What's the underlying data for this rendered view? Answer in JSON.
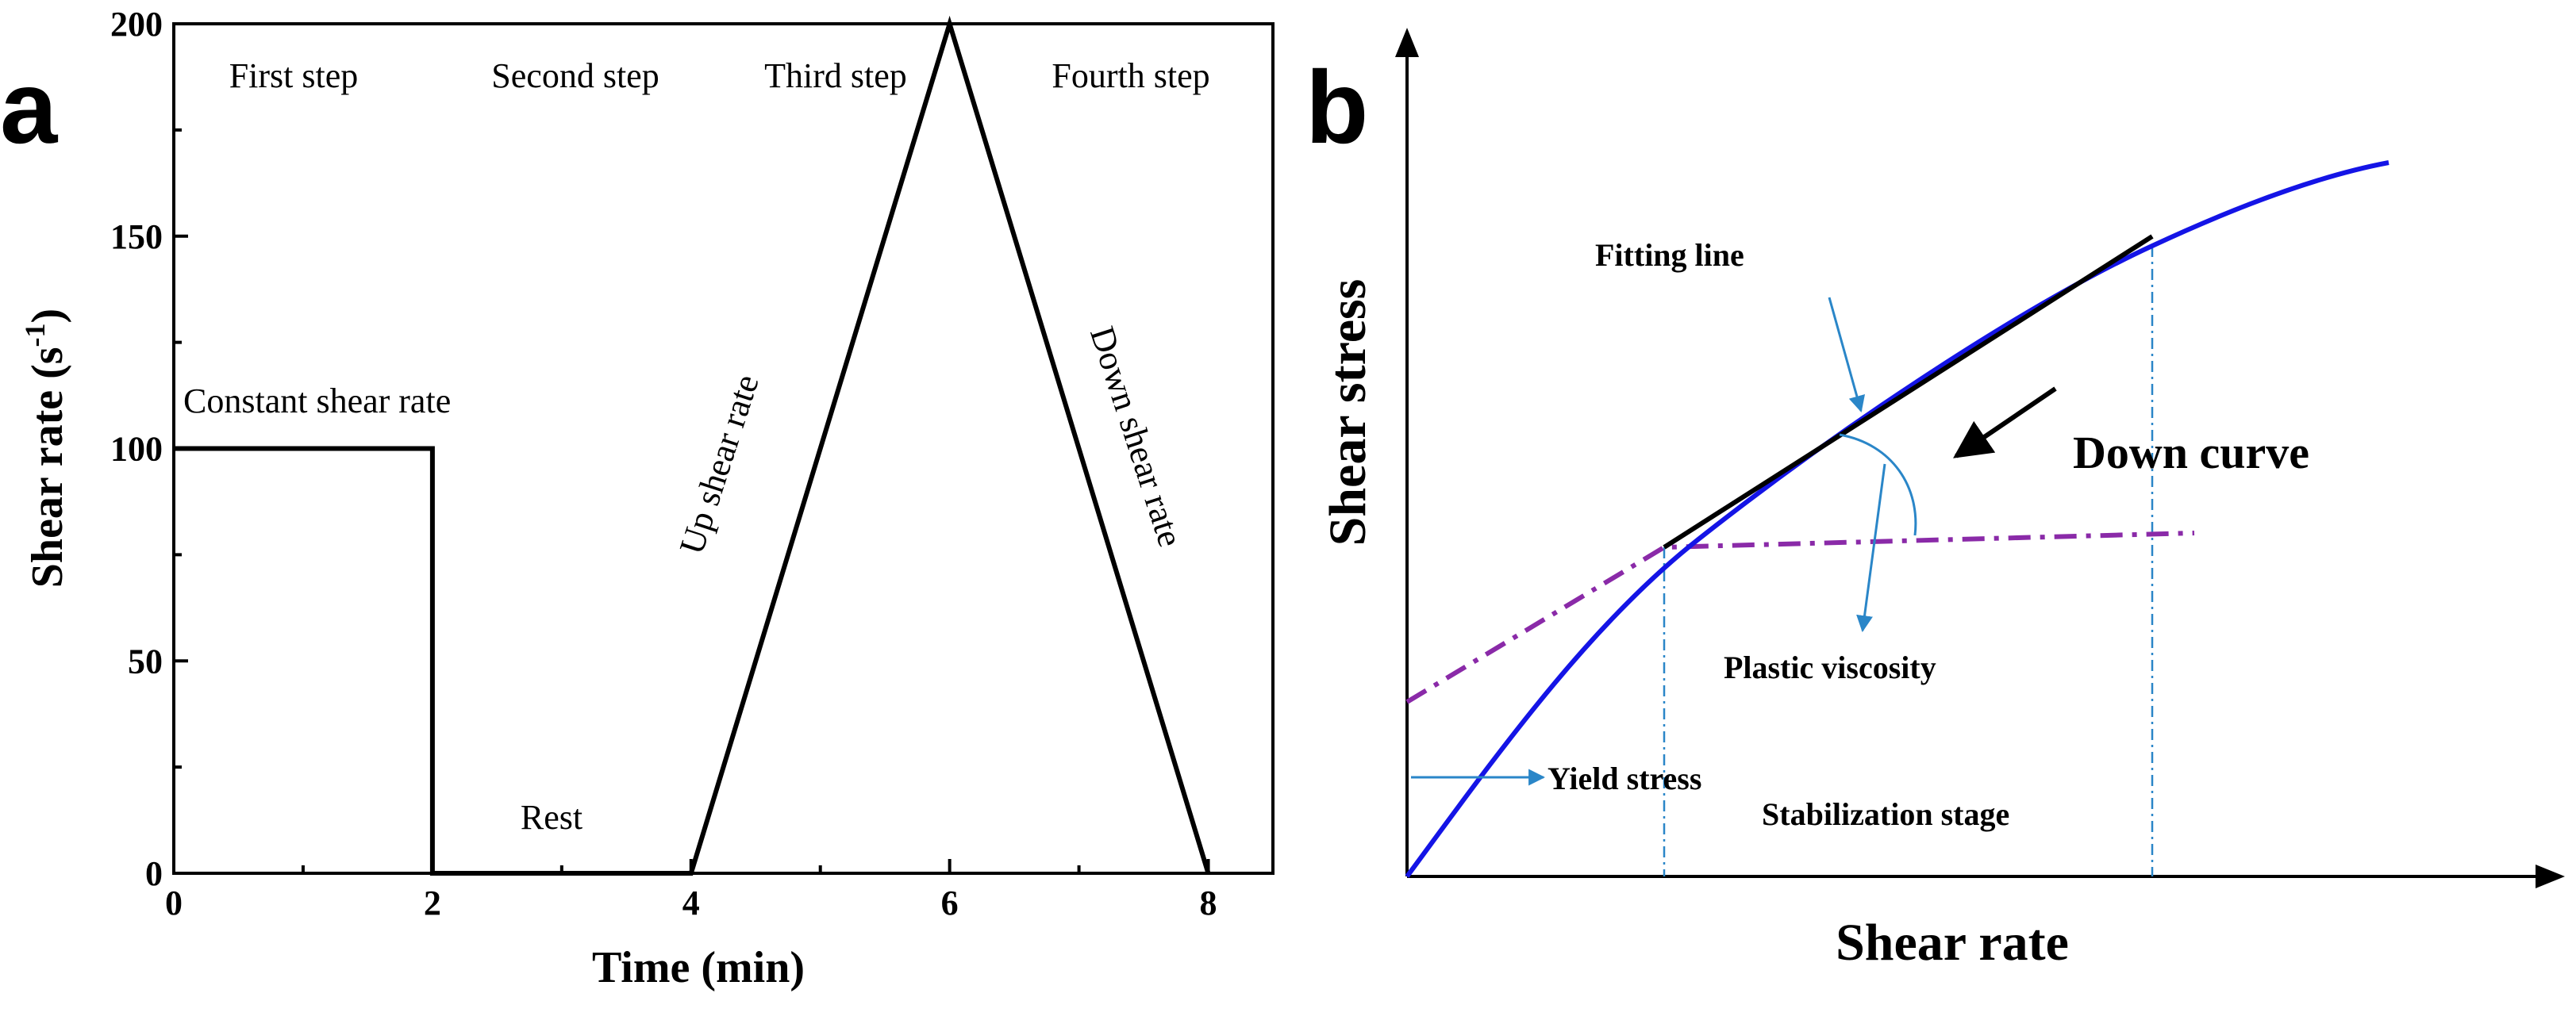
{
  "panel_a": {
    "label": "a",
    "ylabel": "Shear rate (s",
    "ylabel_sup": "-1",
    "ylabel_tail": ")",
    "xlabel": "Time (min)",
    "step_labels": [
      "First step",
      "Second step",
      "Third step",
      "Fourth step"
    ],
    "annotations": {
      "constant": "Constant shear rate",
      "rest": "Rest",
      "up": "Up shear rate",
      "down": "Down shear rate"
    }
  },
  "panel_b": {
    "label": "b",
    "ylabel": "Shear stress",
    "xlabel": "Shear rate",
    "annotations": {
      "fitting_line": "Fitting line",
      "down_curve": "Down curve",
      "plastic_viscosity": "Plastic viscosity",
      "yield_stress": "Yield stress",
      "stabilization": "Stabilization stage"
    },
    "colors": {
      "curve": "#1414e6",
      "fit": "#000000",
      "dashdot": "#8a2aa8",
      "arrow": "#2a86c8",
      "guides": "#2a86c8"
    }
  },
  "chart_data": [
    {
      "type": "line",
      "xlabel": "Time (min)",
      "ylabel": "Shear rate (s-1)",
      "xlim": [
        0,
        8.5
      ],
      "ylim": [
        0,
        200
      ],
      "xticks": [
        0,
        2,
        4,
        6,
        8
      ],
      "yticks": [
        0,
        50,
        100,
        150,
        200
      ],
      "series": [
        {
          "x": [
            0,
            2,
            2,
            4,
            6,
            8
          ],
          "y": [
            100,
            100,
            0,
            0,
            200,
            0
          ]
        }
      ]
    },
    {
      "type": "line",
      "xlabel": "Shear rate",
      "ylabel": "Shear stress",
      "xlim": [
        0,
        1
      ],
      "ylim": [
        0,
        1
      ],
      "series": [
        {
          "x": [
            0,
            0.2,
            0.35,
            0.5,
            0.65,
            0.8,
            0.93
          ],
          "y": [
            0,
            0.38,
            0.56,
            0.69,
            0.8,
            0.88,
            0.93
          ]
        },
        {
          "x": [
            0.2,
            0.59
          ],
          "y": [
            0.47,
            0.8
          ]
        },
        {
          "x": [
            0,
            0.2,
            0.62
          ],
          "y": [
            0.23,
            0.47,
            0.5
          ]
        }
      ]
    }
  ]
}
